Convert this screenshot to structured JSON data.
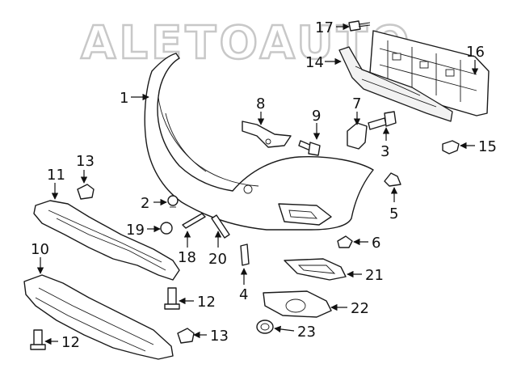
{
  "watermark": "ALETOAUTO",
  "callouts": [
    {
      "id": "c1",
      "num": "1"
    },
    {
      "id": "c2",
      "num": "2"
    },
    {
      "id": "c3",
      "num": "3"
    },
    {
      "id": "c4",
      "num": "4"
    },
    {
      "id": "c5",
      "num": "5"
    },
    {
      "id": "c6",
      "num": "6"
    },
    {
      "id": "c7",
      "num": "7"
    },
    {
      "id": "c8",
      "num": "8"
    },
    {
      "id": "c9",
      "num": "9"
    },
    {
      "id": "c10",
      "num": "10"
    },
    {
      "id": "c11",
      "num": "11"
    },
    {
      "id": "c12a",
      "num": "12"
    },
    {
      "id": "c12b",
      "num": "12"
    },
    {
      "id": "c13a",
      "num": "13"
    },
    {
      "id": "c13b",
      "num": "13"
    },
    {
      "id": "c14",
      "num": "14"
    },
    {
      "id": "c15",
      "num": "15"
    },
    {
      "id": "c16",
      "num": "16"
    },
    {
      "id": "c17",
      "num": "17"
    },
    {
      "id": "c18",
      "num": "18"
    },
    {
      "id": "c19",
      "num": "19"
    },
    {
      "id": "c20",
      "num": "20"
    },
    {
      "id": "c21",
      "num": "21"
    },
    {
      "id": "c22",
      "num": "22"
    },
    {
      "id": "c23",
      "num": "23"
    }
  ]
}
